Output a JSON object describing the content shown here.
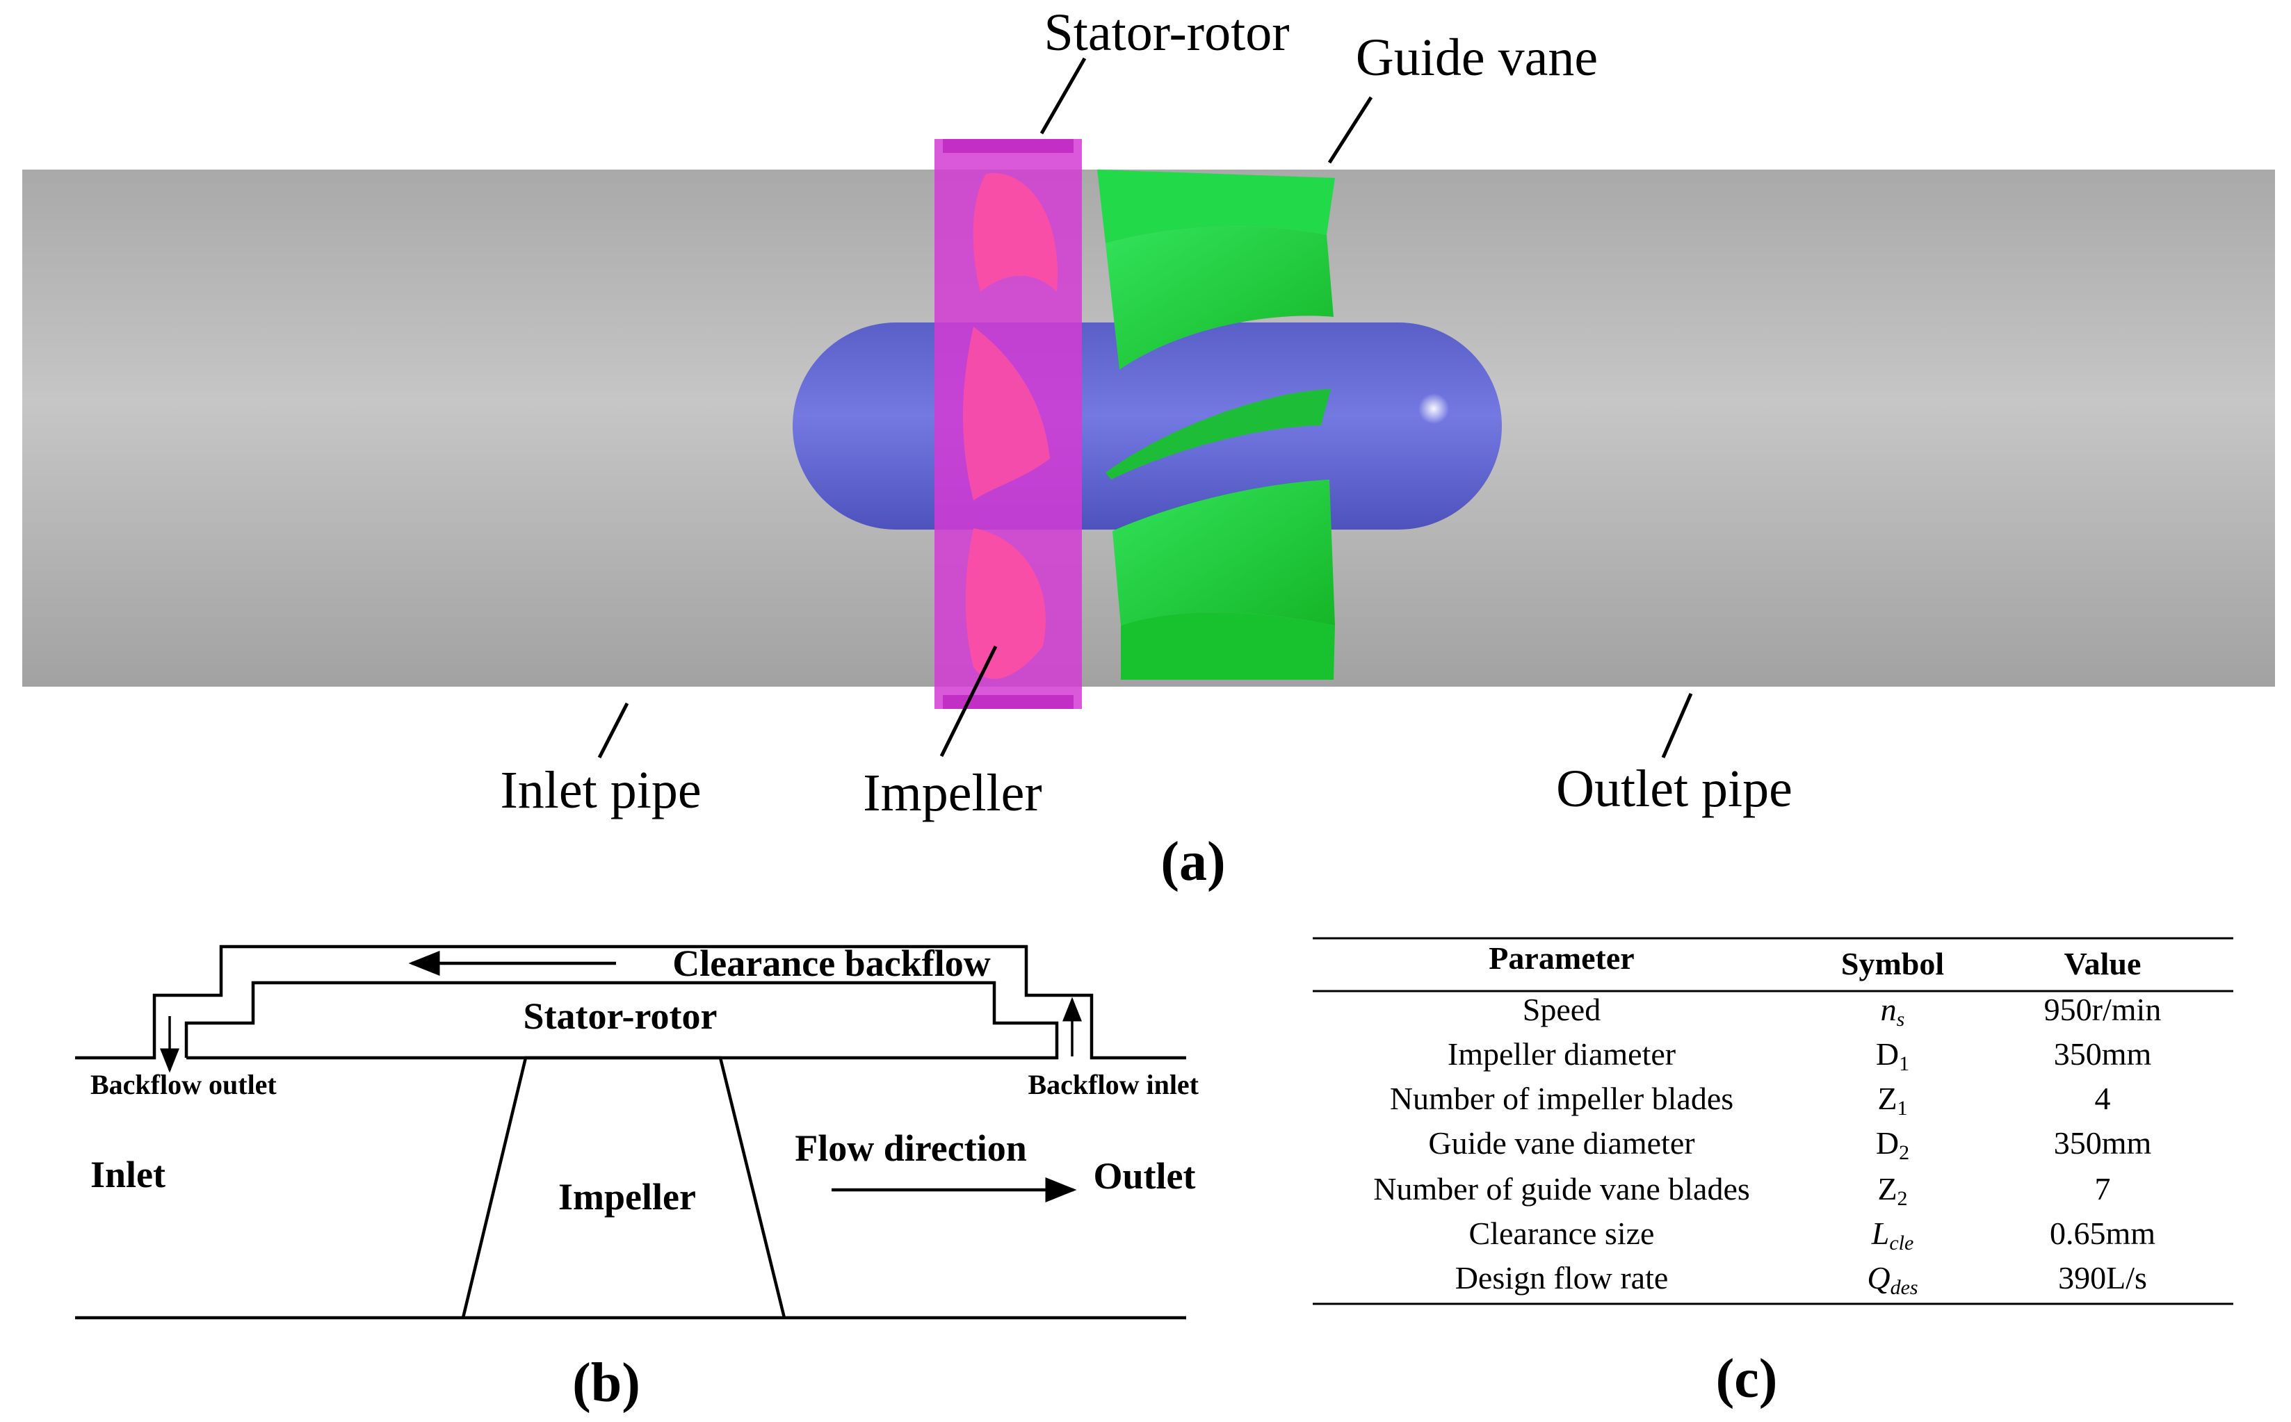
{
  "panel_a": {
    "label": "(a)",
    "stator_rotor": "Stator-rotor",
    "guide_vane": "Guide vane",
    "inlet_pipe": "Inlet pipe",
    "impeller": "Impeller",
    "outlet_pipe": "Outlet pipe",
    "colors": {
      "pipe": "#b9b9b9",
      "hub": "#6a6fd8",
      "stator_rotor": "#d43bd4",
      "impeller": "#ff4fa0",
      "guide_vane": "#22cc33"
    }
  },
  "panel_b": {
    "label": "(b)",
    "clearance_backflow": "Clearance backflow",
    "stator_rotor": "Stator-rotor",
    "backflow_outlet": "Backflow outlet",
    "backflow_inlet": "Backflow inlet",
    "inlet": "Inlet",
    "impeller": "Impeller",
    "flow_direction": "Flow direction",
    "outlet": "Outlet"
  },
  "panel_c": {
    "label": "(c)",
    "headers": [
      "Parameter",
      "Symbol",
      "Value"
    ],
    "rows": [
      {
        "parameter": "Speed",
        "symbol": "n",
        "sub": "s",
        "value": "950r/min"
      },
      {
        "parameter": "Impeller diameter",
        "symbol": "D",
        "sub": "1",
        "value": "350mm"
      },
      {
        "parameter": "Number of impeller blades",
        "symbol": "Z",
        "sub": "1",
        "value": "4"
      },
      {
        "parameter": "Guide vane diameter",
        "symbol": "D",
        "sub": "2",
        "value": "350mm"
      },
      {
        "parameter": "Number of guide vane blades",
        "symbol": "Z",
        "sub": "2",
        "value": "7"
      },
      {
        "parameter": "Clearance size",
        "symbol": "L",
        "sub": "cle",
        "value": "0.65mm"
      },
      {
        "parameter": "Design flow rate",
        "symbol": "Q",
        "sub": "des",
        "value": "390L/s"
      }
    ]
  }
}
